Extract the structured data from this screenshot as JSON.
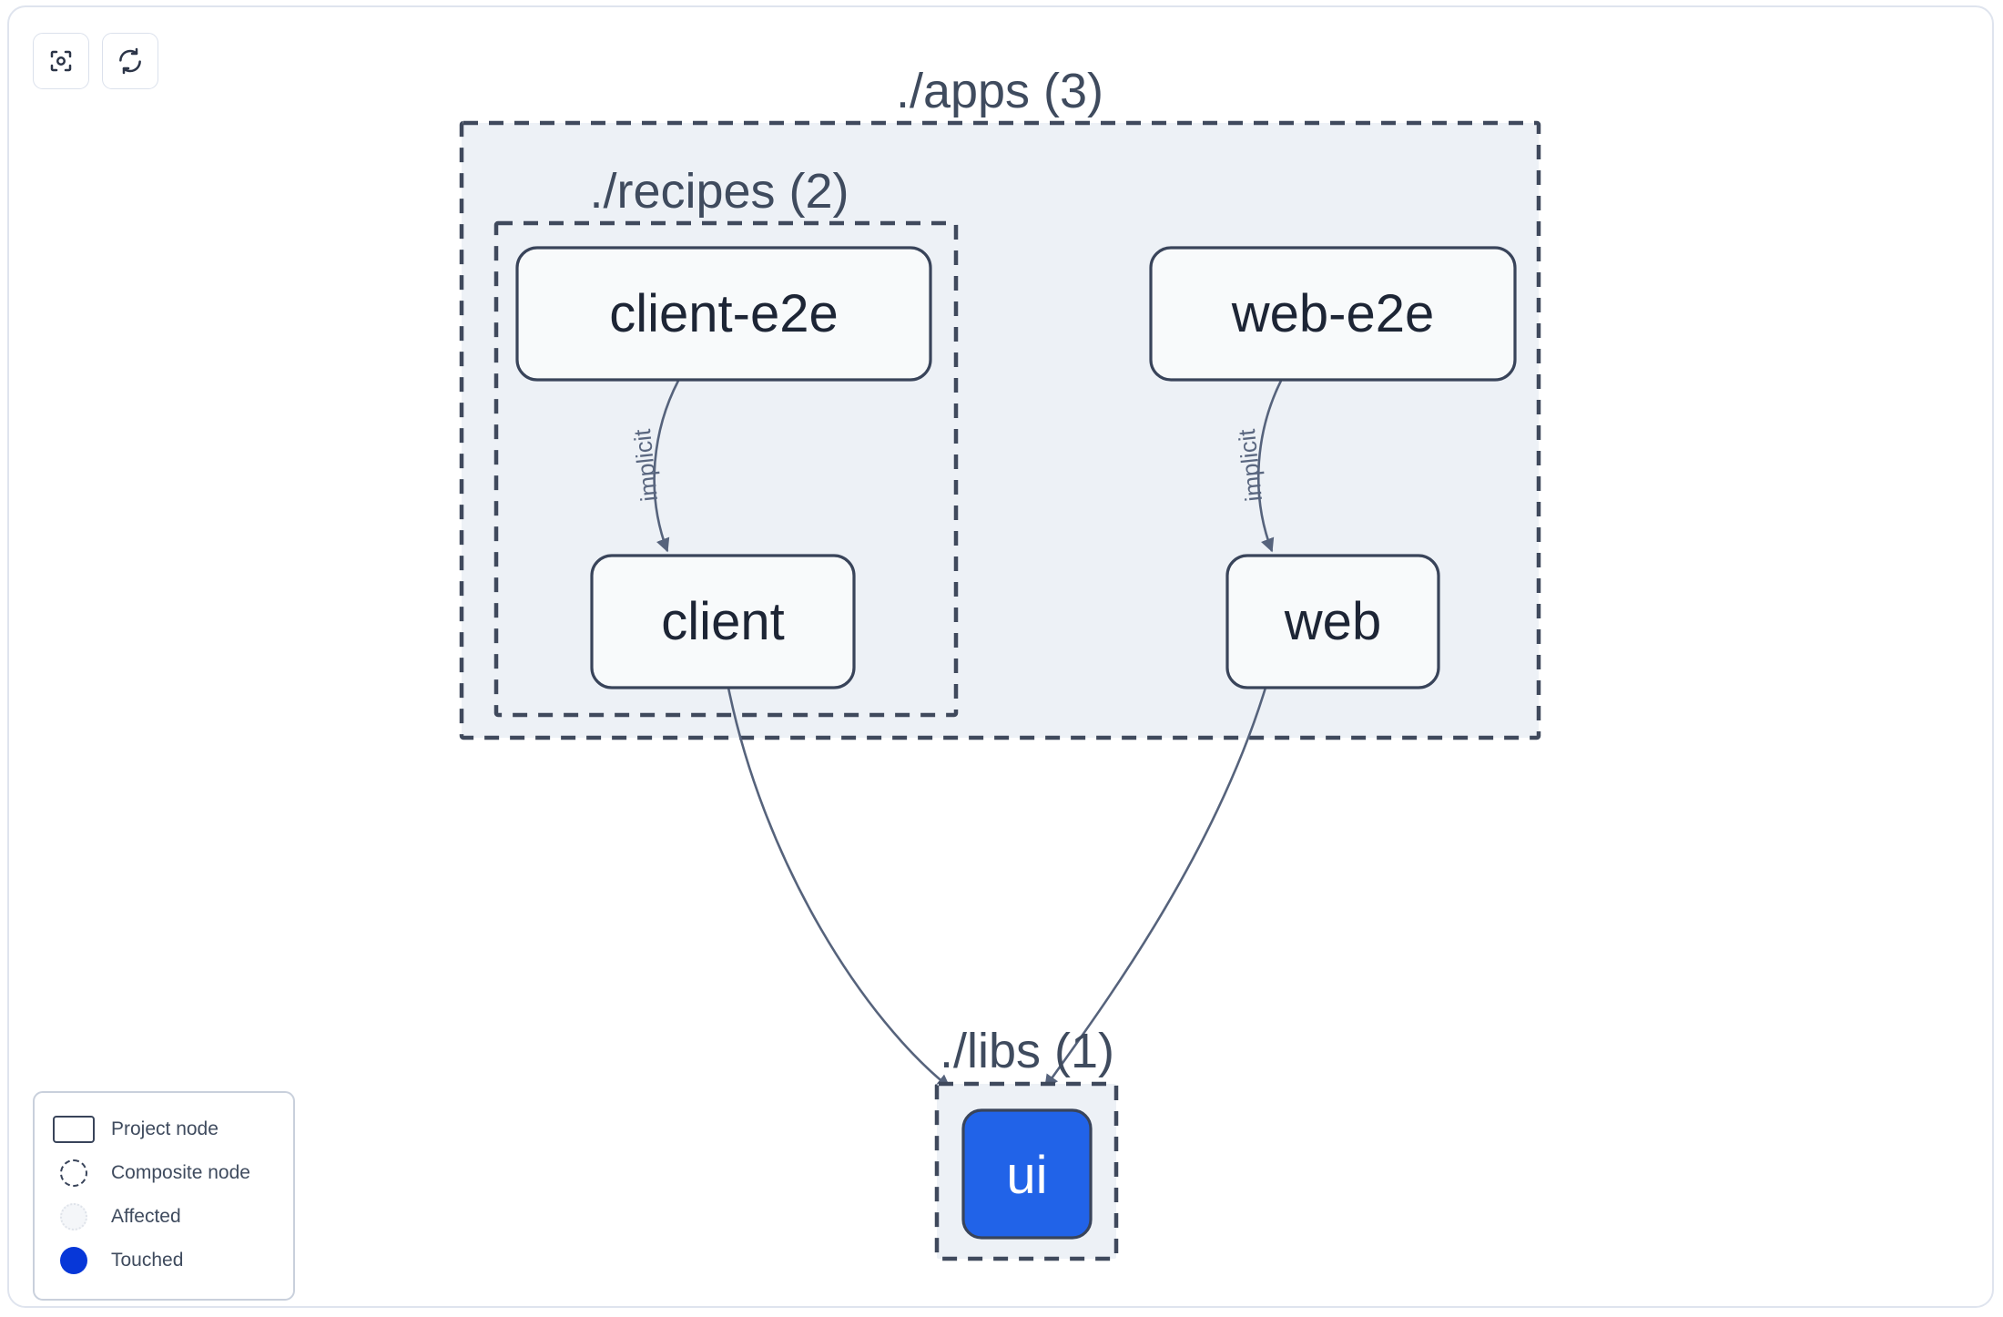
{
  "toolbar": {
    "buttons": [
      {
        "name": "focus-graph-button",
        "icon": "focus-target-icon",
        "label": ""
      },
      {
        "name": "refresh-graph-button",
        "icon": "refresh-icon",
        "label": ""
      }
    ]
  },
  "graph": {
    "groups": [
      {
        "id": "apps",
        "label": "./apps (3)",
        "count": 3
      },
      {
        "id": "recipes",
        "label": "./recipes (2)",
        "count": 2
      },
      {
        "id": "libs",
        "label": "./libs (1)",
        "count": 1
      }
    ],
    "nodes": [
      {
        "id": "client-e2e",
        "label": "client-e2e",
        "group": "recipes",
        "state": "normal"
      },
      {
        "id": "client",
        "label": "client",
        "group": "recipes",
        "state": "normal"
      },
      {
        "id": "web-e2e",
        "label": "web-e2e",
        "group": "apps",
        "state": "normal"
      },
      {
        "id": "web",
        "label": "web",
        "group": "apps",
        "state": "normal"
      },
      {
        "id": "ui",
        "label": "ui",
        "group": "libs",
        "state": "touched"
      }
    ],
    "edges": [
      {
        "from": "client-e2e",
        "to": "client",
        "label": "implicit"
      },
      {
        "from": "web-e2e",
        "to": "web",
        "label": "implicit"
      },
      {
        "from": "client",
        "to": "ui",
        "label": ""
      },
      {
        "from": "web",
        "to": "ui",
        "label": ""
      }
    ]
  },
  "legend": {
    "items": [
      {
        "swatch": "project-node-swatch",
        "label": "Project node"
      },
      {
        "swatch": "composite-node-swatch",
        "label": "Composite node"
      },
      {
        "swatch": "affected-swatch",
        "label": "Affected"
      },
      {
        "swatch": "touched-swatch",
        "label": "Touched"
      }
    ]
  },
  "colors": {
    "touched": "#2163e8",
    "touched_legend": "#0737d8",
    "group_fill": "#edf1f6",
    "group_stroke": "#3f495c",
    "node_stroke": "#39445a",
    "node_fill": "#f8fafb",
    "edge_stroke": "#56637c",
    "text": "#1d2535",
    "label_text": "#3f4b5e",
    "frame_border": "#dfe4ee"
  }
}
